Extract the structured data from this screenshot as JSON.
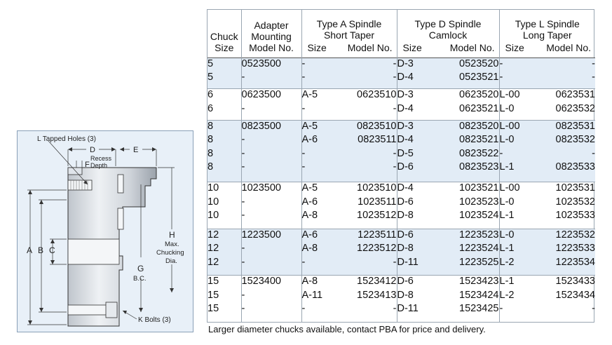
{
  "diagram": {
    "labels": {
      "tapped_holes": "L Tapped Holes (3)",
      "d": "D",
      "e": "E",
      "f": "F",
      "recess_depth_1": "Recess",
      "recess_depth_2": "Depth",
      "a": "A",
      "b": "B",
      "c": "C",
      "g": "G",
      "bc": "B.C.",
      "h": "H",
      "max_1": "Max.",
      "max_2": "Chucking",
      "max_3": "Dia.",
      "k_bolts": "K Bolts (3)"
    }
  },
  "table": {
    "headers": {
      "chuck_size": [
        "Chuck",
        "Size"
      ],
      "adapter": [
        "Adapter",
        "Mounting",
        "Model No."
      ],
      "type_a": [
        "Type A Spindle",
        "Short Taper"
      ],
      "type_d": [
        "Type D Spindle",
        "Camlock"
      ],
      "type_l": [
        "Type L Spindle",
        "Long Taper"
      ],
      "size": "Size",
      "model_no": "Model No."
    },
    "groups": [
      {
        "rows": [
          {
            "chuck": "5",
            "adapter": "0523500",
            "a_size": "-",
            "a_model": "-",
            "d_size": "D-3",
            "d_model": "0523520",
            "l_size": "-",
            "l_model": "-"
          },
          {
            "chuck": "5",
            "adapter": "-",
            "a_size": "-",
            "a_model": "-",
            "d_size": "D-4",
            "d_model": "0523521",
            "l_size": "-",
            "l_model": "-"
          }
        ]
      },
      {
        "rows": [
          {
            "chuck": "6",
            "adapter": "0623500",
            "a_size": "A-5",
            "a_model": "0623510",
            "d_size": "D-3",
            "d_model": "0623520",
            "l_size": "L-00",
            "l_model": "0623531"
          },
          {
            "chuck": "6",
            "adapter": "-",
            "a_size": "-",
            "a_model": "-",
            "d_size": "D-4",
            "d_model": "0623521",
            "l_size": "L-0",
            "l_model": "0623532"
          }
        ]
      },
      {
        "rows": [
          {
            "chuck": "8",
            "adapter": "0823500",
            "a_size": "A-5",
            "a_model": "0823510",
            "d_size": "D-3",
            "d_model": "0823520",
            "l_size": "L-00",
            "l_model": "0823531"
          },
          {
            "chuck": "8",
            "adapter": "-",
            "a_size": "A-6",
            "a_model": "0823511",
            "d_size": "D-4",
            "d_model": "0823521",
            "l_size": "L-0",
            "l_model": "0823532"
          },
          {
            "chuck": "8",
            "adapter": "-",
            "a_size": "-",
            "a_model": "-",
            "d_size": "D-5",
            "d_model": "0823522",
            "l_size": "-",
            "l_model": "-"
          },
          {
            "chuck": "8",
            "adapter": "-",
            "a_size": "-",
            "a_model": "-",
            "d_size": "D-6",
            "d_model": "0823523",
            "l_size": "L-1",
            "l_model": "0823533"
          }
        ]
      },
      {
        "rows": [
          {
            "chuck": "10",
            "adapter": "1023500",
            "a_size": "A-5",
            "a_model": "1023510",
            "d_size": "D-4",
            "d_model": "1023521",
            "l_size": "L-00",
            "l_model": "1023531"
          },
          {
            "chuck": "10",
            "adapter": "-",
            "a_size": "A-6",
            "a_model": "1023511",
            "d_size": "D-6",
            "d_model": "1023523",
            "l_size": "L-0",
            "l_model": "1023532"
          },
          {
            "chuck": "10",
            "adapter": "-",
            "a_size": "A-8",
            "a_model": "1023512",
            "d_size": "D-8",
            "d_model": "1023524",
            "l_size": "L-1",
            "l_model": "1023533"
          }
        ]
      },
      {
        "rows": [
          {
            "chuck": "12",
            "adapter": "1223500",
            "a_size": "A-6",
            "a_model": "1223511",
            "d_size": "D-6",
            "d_model": "1223523",
            "l_size": "L-0",
            "l_model": "1223532"
          },
          {
            "chuck": "12",
            "adapter": "-",
            "a_size": "A-8",
            "a_model": "1223512",
            "d_size": "D-8",
            "d_model": "1223524",
            "l_size": "L-1",
            "l_model": "1223533"
          },
          {
            "chuck": "12",
            "adapter": "-",
            "a_size": "-",
            "a_model": "-",
            "d_size": "D-11",
            "d_model": "1223525",
            "l_size": "L-2",
            "l_model": "1223534"
          }
        ]
      },
      {
        "rows": [
          {
            "chuck": "15",
            "adapter": "1523400",
            "a_size": "A-8",
            "a_model": "1523412",
            "d_size": "D-6",
            "d_model": "1523423",
            "l_size": "L-1",
            "l_model": "1523433"
          },
          {
            "chuck": "15",
            "adapter": "-",
            "a_size": "A-11",
            "a_model": "1523413",
            "d_size": "D-8",
            "d_model": "1523424",
            "l_size": "L-2",
            "l_model": "1523434"
          },
          {
            "chuck": "15",
            "adapter": "-",
            "a_size": "-",
            "a_model": "-",
            "d_size": "D-11",
            "d_model": "1523425",
            "l_size": "-",
            "l_model": "-"
          }
        ]
      }
    ]
  },
  "footnote": "Larger diameter chucks available, contact PBA for price and delivery."
}
